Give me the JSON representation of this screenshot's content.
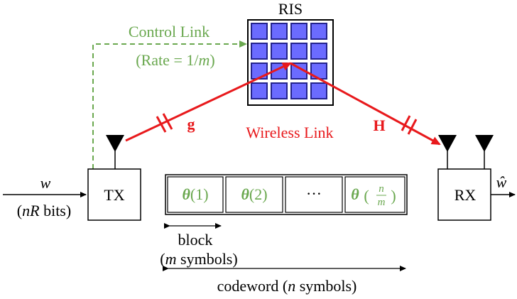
{
  "ris": {
    "label": "RIS",
    "tile_color": "#6b6bff",
    "tile_border": "#23238c"
  },
  "control_link": {
    "title": "Control Link",
    "rate_prefix": "(Rate = 1/",
    "rate_var": "m",
    "rate_suffix": ")",
    "color": "#6aa84f"
  },
  "wireless": {
    "label": "Wireless Link",
    "g": "g",
    "H": "H",
    "color": "#e8191c"
  },
  "tx": {
    "label": "TX",
    "input_symbol": "w",
    "input_bits_open": "(",
    "input_bits_var": "nR",
    "input_bits_rest": " bits)"
  },
  "rx": {
    "label": "RX",
    "output_symbol": "ŵ"
  },
  "codeword_blocks": [
    {
      "theta": "θ",
      "arg": "(1)"
    },
    {
      "theta": "θ",
      "arg": "(2)"
    },
    {
      "dots": "···"
    },
    {
      "theta": "θ",
      "open": "(",
      "num": "n",
      "den": "m",
      "close": ")"
    }
  ],
  "block_annot": {
    "line1": "block",
    "line2_var": "m",
    "line2_rest": " symbols)",
    "line2_open": "("
  },
  "codeword_annot": {
    "prefix": "codeword (",
    "var": "n",
    "rest": " symbols)"
  }
}
